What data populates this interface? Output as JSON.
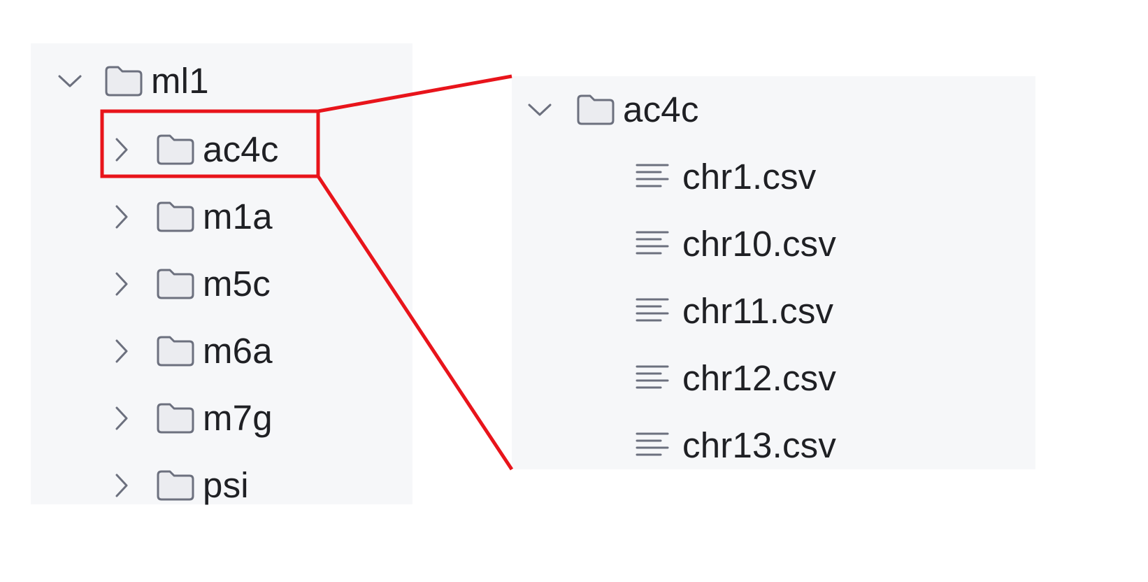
{
  "left_tree": {
    "root": {
      "label": "ml1",
      "expanded": true
    },
    "children": [
      {
        "label": "ac4c",
        "expanded": false,
        "highlighted": true
      },
      {
        "label": "m1a",
        "expanded": false
      },
      {
        "label": "m5c",
        "expanded": false
      },
      {
        "label": "m6a",
        "expanded": false
      },
      {
        "label": "m7g",
        "expanded": false
      },
      {
        "label": "psi",
        "expanded": false
      }
    ]
  },
  "right_tree": {
    "root": {
      "label": "ac4c",
      "expanded": true
    },
    "files": [
      {
        "label": "chr1.csv"
      },
      {
        "label": "chr10.csv"
      },
      {
        "label": "chr11.csv"
      },
      {
        "label": "chr12.csv"
      },
      {
        "label": "chr13.csv"
      }
    ]
  },
  "colors": {
    "panel_background": "#f6f7f9",
    "highlight": "#e8141b",
    "icon": "#6c707e"
  },
  "icons": {
    "expanded": "chevron-down-icon",
    "collapsed": "chevron-right-icon",
    "folder": "folder-icon",
    "file": "text-file-icon"
  }
}
